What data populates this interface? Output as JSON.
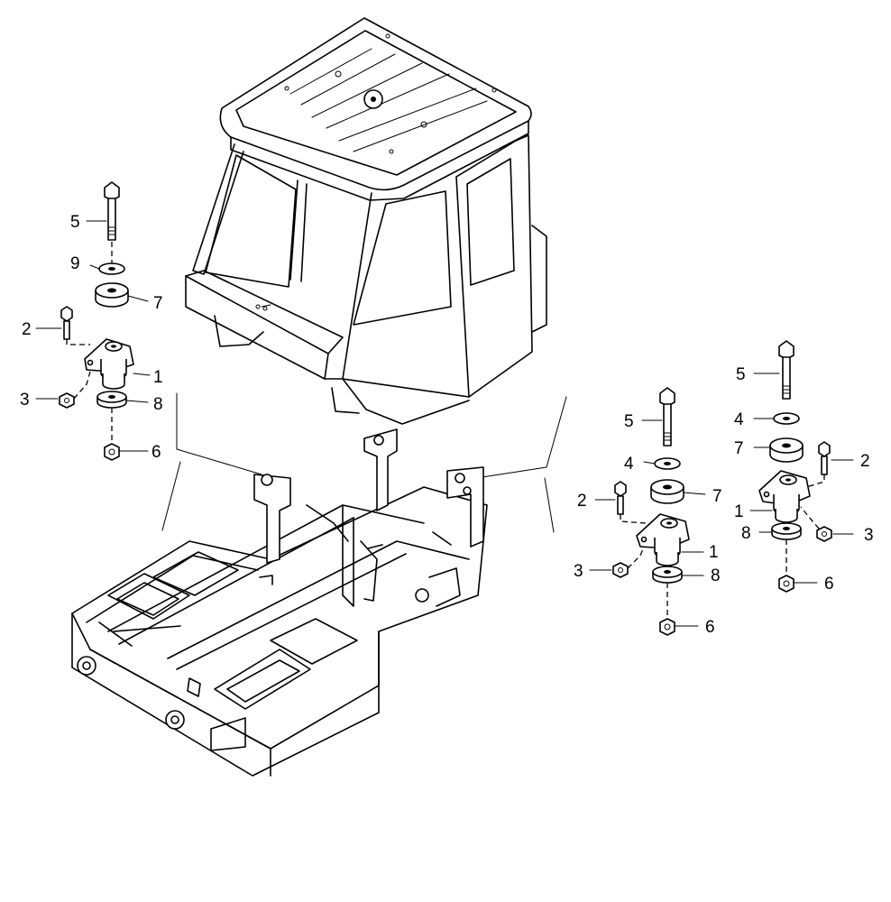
{
  "callouts": {
    "left": {
      "bolt_long": "5",
      "washer_small": "9",
      "pad": "7",
      "bolt_short": "2",
      "mount": "1",
      "nut_small": "3",
      "washer": "8",
      "nut": "6"
    },
    "mid": {
      "bolt_long": "5",
      "washer_small": "4",
      "pad": "7",
      "bolt_short": "2",
      "mount": "1",
      "nut_small": "3",
      "washer": "8",
      "nut": "6"
    },
    "right": {
      "bolt_long": "5",
      "washer_small": "4",
      "pad": "7",
      "bolt_short": "2",
      "mount": "1",
      "nut_small": "3",
      "washer": "8",
      "nut": "6"
    }
  }
}
